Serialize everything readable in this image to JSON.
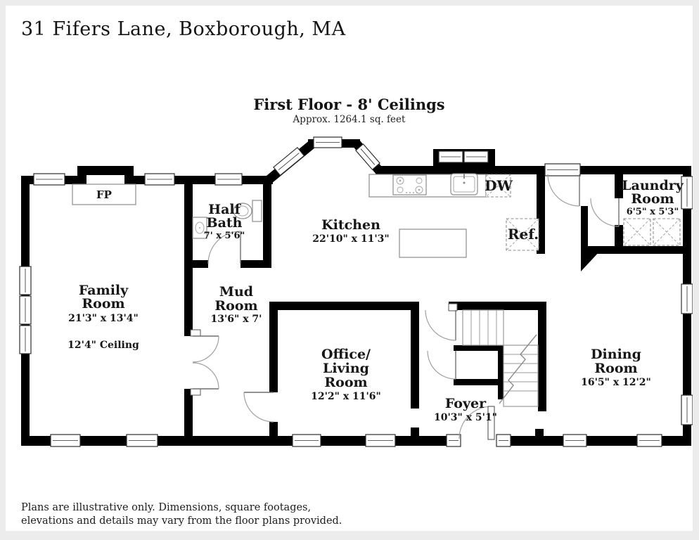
{
  "header": {
    "address": "31 Fifers Lane, Boxborough, MA"
  },
  "floor": {
    "title": "First Floor - 8' Ceilings",
    "area_note": "Approx. 1264.1 sq. feet"
  },
  "rooms": {
    "family_room": {
      "line1": "Family",
      "line2": "Room",
      "dims": "21'3\" x 13'4\"",
      "ceiling": "12'4\" Ceiling"
    },
    "half_bath": {
      "line1": "Half",
      "line2": "Bath",
      "dims": "7' x 5'6\""
    },
    "mud_room": {
      "line1": "Mud",
      "line2": "Room",
      "dims": "13'6\" x 7'"
    },
    "kitchen": {
      "line1": "Kitchen",
      "dims": "22'10\" x 11'3\""
    },
    "laundry_room": {
      "line1": "Laundry",
      "line2": "Room",
      "dims": "6'5\" x 5'3\""
    },
    "office_living_room": {
      "line1": "Office/",
      "line2": "Living",
      "line3": "Room",
      "dims": "12'2\" x 11'6\""
    },
    "foyer": {
      "line1": "Foyer",
      "dims": "10'3\" x 5'1\""
    },
    "dining_room": {
      "line1": "Dining",
      "line2": "Room",
      "dims": "16'5\" x 12'2\""
    }
  },
  "fixtures": {
    "fireplace": "FP",
    "dishwasher": "DW",
    "refrigerator": "Ref."
  },
  "footer": {
    "disclaimer_line1": "Plans are illustrative only. Dimensions, square footages,",
    "disclaimer_line2": "elevations and details may vary from the floor plans provided."
  },
  "colors": {
    "wall": "#000000",
    "text": "#161616",
    "fixture_outline": "#8d8d8d",
    "door_arc": "#a0a0a0",
    "page_background": "#ffffff",
    "border_background": "#ececec"
  }
}
